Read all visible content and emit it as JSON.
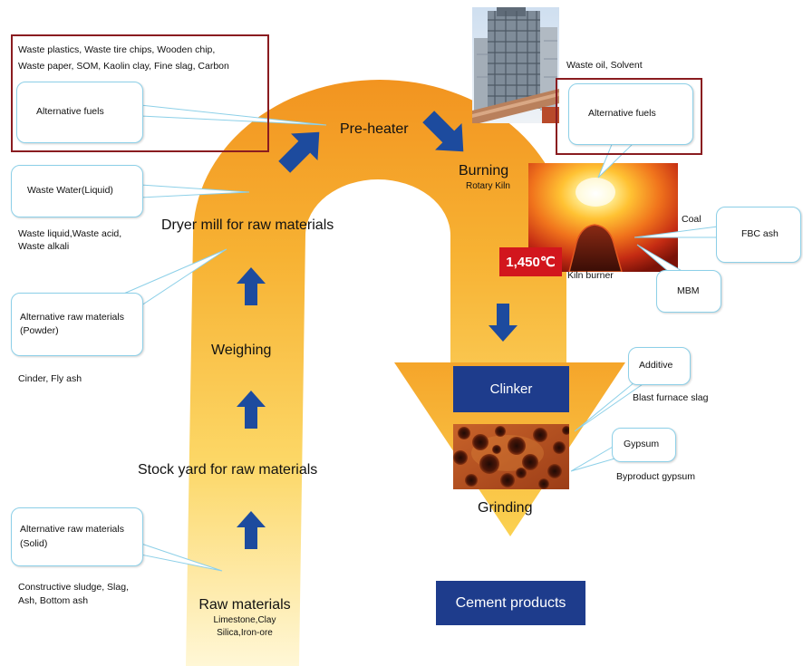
{
  "diagram": {
    "colors": {
      "arrow": "#1d4b9e",
      "process_box": "#1e3c8c",
      "temperature_badge": "#d2161d",
      "input_frame": "#8a1c20",
      "callout_border": "#8dd0e8",
      "arch_top": "#f29420",
      "arch_bottom": "#fff7d6"
    },
    "process": {
      "pre_heater": "Pre-heater",
      "burning": "Burning",
      "rotary_kiln": "Rotary Kiln",
      "dryer_mill": "Dryer mill for raw materials",
      "weighing": "Weighing",
      "stock_yard": "Stock yard for raw materials",
      "raw_materials": "Raw materials",
      "raw_materials_detail": [
        "Limestone,Clay",
        "Silica,Iron-ore"
      ],
      "clinker": "Clinker",
      "grinding": "Grinding",
      "cement_products": "Cement products"
    },
    "inputs": {
      "fuels_list": [
        "Waste plastics, Waste tire chips, Wooden chip,",
        "Waste paper, SOM, Kaolin clay, Fine slag, Carbon"
      ],
      "alt_fuels_left": "Alternative fuels",
      "waste_water": "Waste Water(Liquid)",
      "waste_water_detail": [
        "Waste liquid,Waste acid,",
        "Waste alkali"
      ],
      "alt_raw_powder": [
        "Alternative raw materials",
        "(Powder)"
      ],
      "alt_raw_powder_detail": "Cinder, Fly ash",
      "alt_raw_solid": [
        "Alternative raw materials",
        "(Solid)"
      ],
      "alt_raw_solid_detail": [
        "Constructive sludge, Slag,",
        "Ash, Bottom ash"
      ],
      "waste_oil": "Waste oil, Solvent",
      "alt_fuels_right": "Alternative fuels",
      "coal": "Coal",
      "fbc_ash": "FBC ash",
      "mbm": "MBM",
      "kiln_burner": "Kiln burner",
      "temperature": "1,450℃",
      "additive": "Additive",
      "blast_furnace_slag": "Blast furnace slag",
      "gypsum": "Gypsum",
      "byproduct_gypsum": "Byproduct gypsum"
    }
  }
}
